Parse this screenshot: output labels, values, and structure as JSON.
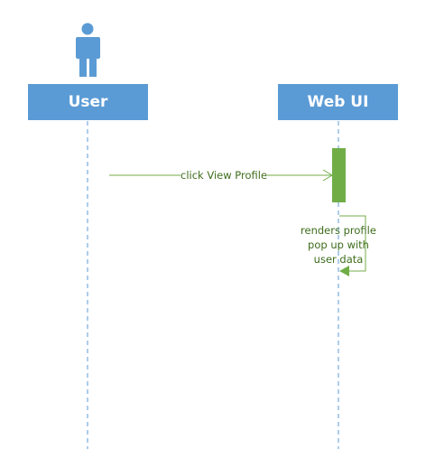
{
  "diagram": {
    "type": "sequence",
    "participants": [
      {
        "id": "user",
        "label": "User",
        "actor_icon": "person-icon"
      },
      {
        "id": "webui",
        "label": "Web UI"
      }
    ],
    "messages": [
      {
        "from": "user",
        "to": "webui",
        "label": "click View Profile",
        "kind": "sync"
      },
      {
        "from": "webui",
        "to": "webui",
        "label_lines": [
          "renders profile",
          "pop up with",
          "user data"
        ],
        "kind": "self"
      }
    ],
    "colors": {
      "participant_fill": "#5b9bd5",
      "participant_text": "#ffffff",
      "lifeline": "#5b9bd5",
      "message": "#70ad47",
      "message_text": "#3e6d1c",
      "activation": "#70ad47"
    }
  }
}
